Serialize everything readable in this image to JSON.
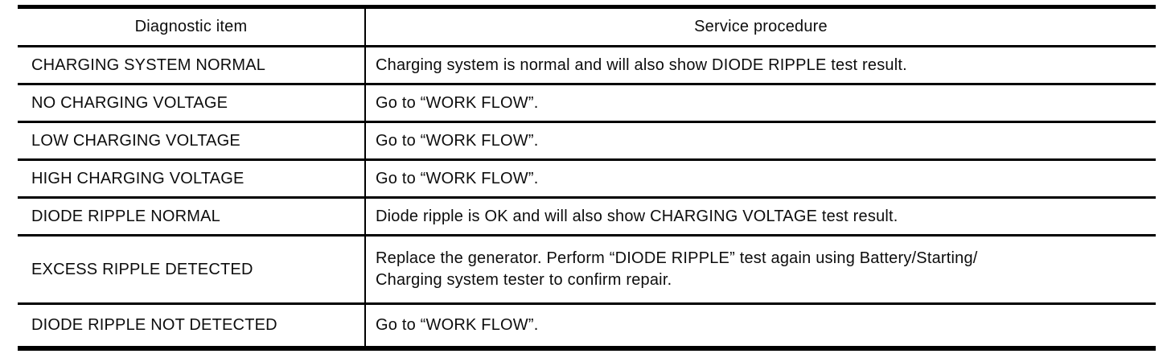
{
  "table": {
    "columns": [
      {
        "label": "Diagnostic item"
      },
      {
        "label": "Service procedure"
      }
    ],
    "rows": [
      {
        "item": "CHARGING SYSTEM NORMAL",
        "procedure": "Charging system is normal and will also show DIODE RIPPLE test result."
      },
      {
        "item": "NO CHARGING VOLTAGE",
        "procedure": "Go to “WORK FLOW”."
      },
      {
        "item": "LOW CHARGING VOLTAGE",
        "procedure": "Go to “WORK FLOW”."
      },
      {
        "item": "HIGH CHARGING VOLTAGE",
        "procedure": "Go to “WORK FLOW”."
      },
      {
        "item": "DIODE RIPPLE NORMAL",
        "procedure": "Diode ripple is OK and will also show CHARGING VOLTAGE test result."
      },
      {
        "item": "EXCESS RIPPLE DETECTED",
        "procedure": "Replace the generator. Perform “DIODE RIPPLE” test again using Battery/Starting/\nCharging system tester to confirm repair."
      },
      {
        "item": "DIODE RIPPLE NOT DETECTED",
        "procedure": "Go to “WORK FLOW”."
      }
    ],
    "colors": {
      "border": "#000000",
      "text": "#0d0d0d",
      "background": "#ffffff"
    }
  }
}
